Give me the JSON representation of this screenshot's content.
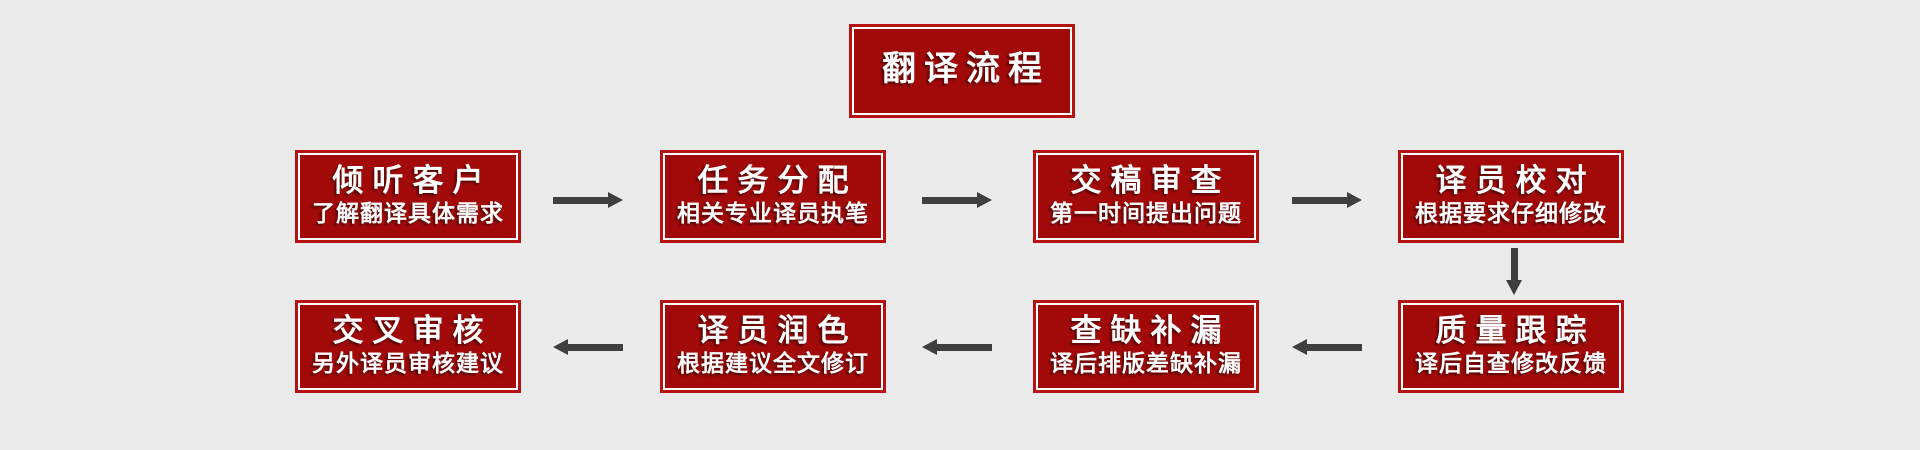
{
  "title": "翻译流程",
  "colors": {
    "background": "#ebebeb",
    "box_fill": "#a20a0a",
    "box_outer_border": "#b61212",
    "box_inner_border": "#ffffff",
    "text": "#ffffff",
    "arrow": "#3f3f3f"
  },
  "flow": {
    "row1": [
      {
        "title": "倾听客户",
        "subtitle": "了解翻译具体需求"
      },
      {
        "title": "任务分配",
        "subtitle": "相关专业译员执笔"
      },
      {
        "title": "交稿审查",
        "subtitle": "第一时间提出问题"
      },
      {
        "title": "译员校对",
        "subtitle": "根据要求仔细修改"
      }
    ],
    "row2": [
      {
        "title": "交叉审核",
        "subtitle": "另外译员审核建议"
      },
      {
        "title": "译员润色",
        "subtitle": "根据建议全文修订"
      },
      {
        "title": "查缺补漏",
        "subtitle": "译后排版差缺补漏"
      },
      {
        "title": "质量跟踪",
        "subtitle": "译后自查修改反馈"
      }
    ],
    "connectors": [
      {
        "from": "倾听客户",
        "to": "任务分配",
        "direction": "right"
      },
      {
        "from": "任务分配",
        "to": "交稿审查",
        "direction": "right"
      },
      {
        "from": "交稿审查",
        "to": "译员校对",
        "direction": "right"
      },
      {
        "from": "译员校对",
        "to": "质量跟踪",
        "direction": "down"
      },
      {
        "from": "质量跟踪",
        "to": "查缺补漏",
        "direction": "left"
      },
      {
        "from": "查缺补漏",
        "to": "译员润色",
        "direction": "left"
      },
      {
        "from": "译员润色",
        "to": "交叉审核",
        "direction": "left"
      }
    ]
  }
}
